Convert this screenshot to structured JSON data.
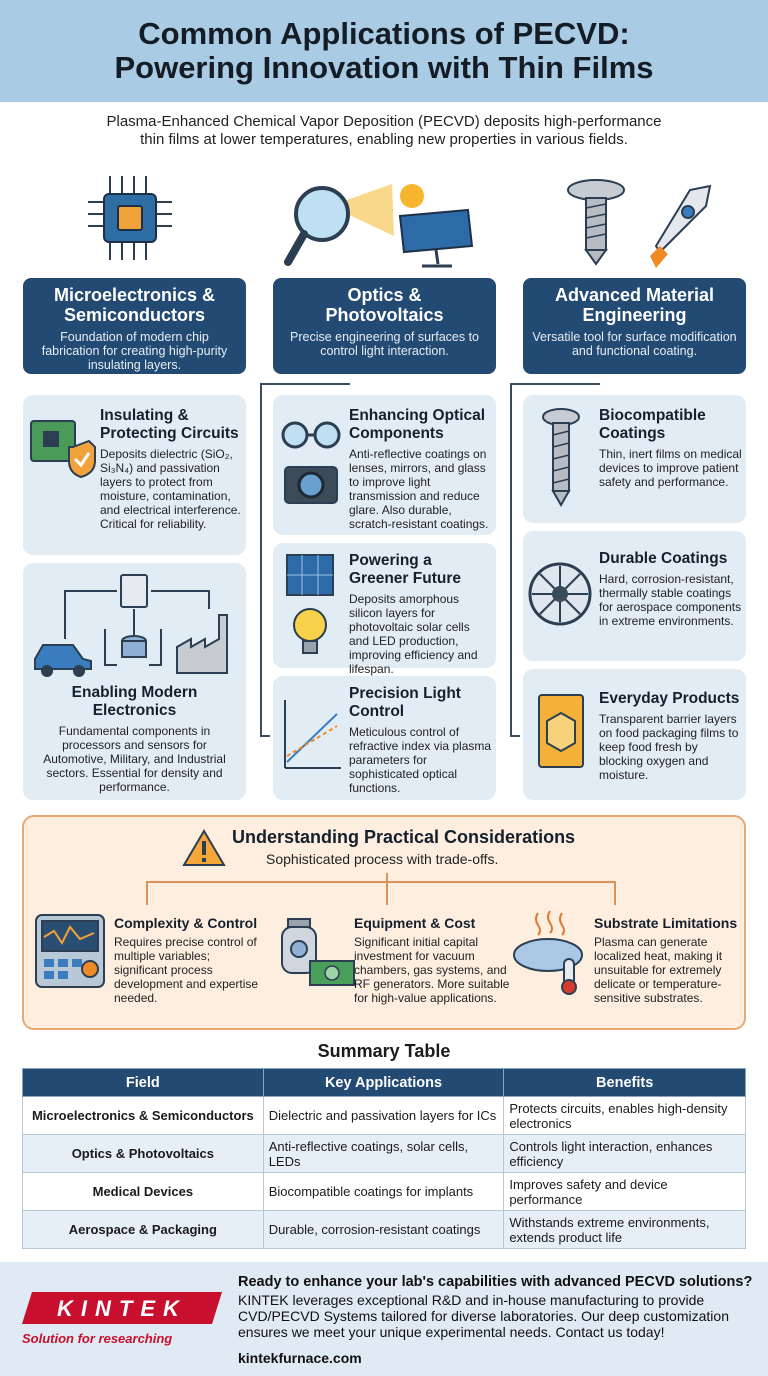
{
  "header": {
    "title_line1": "Common Applications of PECVD:",
    "title_line2": "Powering Innovation with Thin Films"
  },
  "intro": {
    "line1": "Plasma-Enhanced Chemical Vapor Deposition (PECVD) deposits high-performance",
    "line2": "thin films at lower temperatures, enabling new properties in various fields."
  },
  "categories": [
    {
      "title_l1": "Microelectronics &",
      "title_l2": "Semiconductors",
      "desc": "Foundation of modern chip fabrication for creating high-purity insulating layers."
    },
    {
      "title_l1": "Optics &",
      "title_l2": "Photovoltaics",
      "desc": "Precise engineering of surfaces to control light interaction."
    },
    {
      "title_l1": "Advanced Material",
      "title_l2": "Engineering",
      "desc": "Versatile tool for surface modification and functional coating."
    }
  ],
  "cards": {
    "insulating": {
      "title_l1": "Insulating &",
      "title_l2": "Protecting Circuits",
      "desc": "Deposits dielectric (SiO₂, Si₃N₄) and passivation layers to protect from moisture, contamination, and electrical interference. Critical for reliability."
    },
    "modern": {
      "title_l1": "Enabling Modern",
      "title_l2": "Electronics",
      "desc": "Fundamental components in processors and sensors for Automotive, Military, and Industrial sectors. Essential for density and performance."
    },
    "optical": {
      "title_l1": "Enhancing Optical",
      "title_l2": "Components",
      "desc": "Anti-reflective coatings on lenses, mirrors, and glass to improve light transmission and reduce glare. Also durable, scratch-resistant coatings."
    },
    "greener": {
      "title_l1": "Powering a",
      "title_l2": "Greener Future",
      "desc": "Deposits amorphous silicon layers for photovoltaic solar cells and LED production, improving efficiency and lifespan."
    },
    "precision": {
      "title_l1": "Precision Light",
      "title_l2": "Control",
      "desc": "Meticulous control of refractive index via plasma parameters for sophisticated optical functions."
    },
    "biocompatible": {
      "title_l1": "Biocompatible",
      "title_l2": "Coatings",
      "desc": "Thin, inert films on medical devices to improve patient safety and performance."
    },
    "durable": {
      "title_l1": "Durable Coatings",
      "title_l2": "",
      "desc": "Hard, corrosion-resistant, thermally stable coatings for aerospace components in extreme environments."
    },
    "everyday": {
      "title_l1": "Everyday Products",
      "title_l2": "",
      "desc": "Transparent barrier layers on food packaging films to keep food fresh by blocking oxygen and moisture."
    }
  },
  "considerations": {
    "title": "Understanding Practical Considerations",
    "subtitle": "Sophisticated process with trade-offs.",
    "items": [
      {
        "title": "Complexity & Control",
        "desc": "Requires precise control of multiple variables; significant process development and expertise needed."
      },
      {
        "title": "Equipment & Cost",
        "desc": "Significant initial capital investment for vacuum chambers, gas systems, and RF generators. More suitable for high-value applications."
      },
      {
        "title": "Substrate Limitations",
        "desc": "Plasma can generate localized heat, making it unsuitable for extremely delicate or temperature-sensitive substrates."
      }
    ]
  },
  "summary": {
    "title": "Summary Table",
    "headers": [
      "Field",
      "Key Applications",
      "Benefits"
    ],
    "rows": [
      [
        "Microelectronics & Semiconductors",
        "Dielectric and passivation layers for ICs",
        "Protects circuits, enables high-density electronics"
      ],
      [
        "Optics & Photovoltaics",
        "Anti-reflective coatings, solar cells, LEDs",
        "Controls light interaction, enhances efficiency"
      ],
      [
        "Medical Devices",
        "Biocompatible coatings for implants",
        "Improves safety and device performance"
      ],
      [
        "Aerospace & Packaging",
        "Durable, corrosion-resistant coatings",
        "Withstands extreme environments, extends product life"
      ]
    ]
  },
  "footer": {
    "logo_text": "KINTEK",
    "tagline": "Solution for researching",
    "question": "Ready to enhance your lab's capabilities with advanced PECVD solutions?",
    "pitch": "KINTEK leverages exceptional R&D and in-house manufacturing to provide CVD/PECVD Systems tailored for diverse laboratories. Our deep customization ensures we meet your unique experimental needs. Contact us today!",
    "url": "kintekfurnace.com"
  },
  "colors": {
    "navy": "#234a72",
    "header_bg": "#a9cbe4",
    "card_bg": "#e2ecf5",
    "orange_border": "#e8a872",
    "brand_red": "#c8102e"
  }
}
